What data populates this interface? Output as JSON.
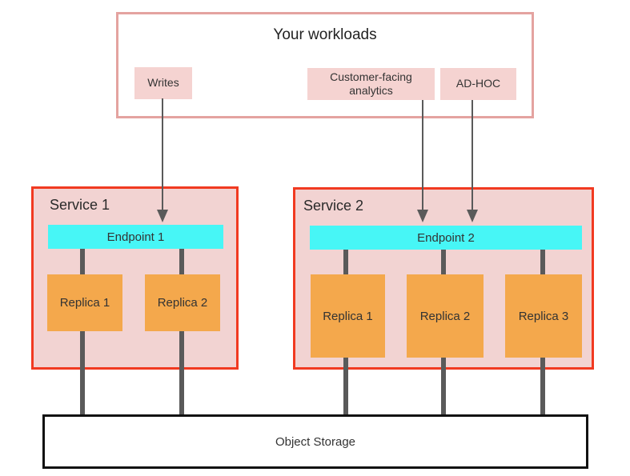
{
  "diagram": {
    "workloads": {
      "title": "Your workloads",
      "items": [
        {
          "label": "Writes"
        },
        {
          "label": "Customer-facing analytics"
        },
        {
          "label": "AD-HOC"
        }
      ]
    },
    "services": [
      {
        "name": "Service 1",
        "endpoint": "Endpoint 1",
        "replicas": [
          {
            "label": "Replica 1"
          },
          {
            "label": "Replica 2"
          }
        ]
      },
      {
        "name": "Service 2",
        "endpoint": "Endpoint 2",
        "replicas": [
          {
            "label": "Replica 1"
          },
          {
            "label": "Replica 2"
          },
          {
            "label": "Replica 3"
          }
        ]
      }
    ],
    "storage": {
      "label": "Object Storage"
    }
  },
  "colors": {
    "workloads_border": "#e4a3a0",
    "workload_item_bg": "#f5d3d1",
    "service_border": "#f13a21",
    "service_bg": "#f2d3d2",
    "endpoint_bg": "#47f6f6",
    "replica_bg": "#f4a84c",
    "connector": "#5a5a5a",
    "storage_border": "#111111",
    "text_dark": "#333333"
  }
}
